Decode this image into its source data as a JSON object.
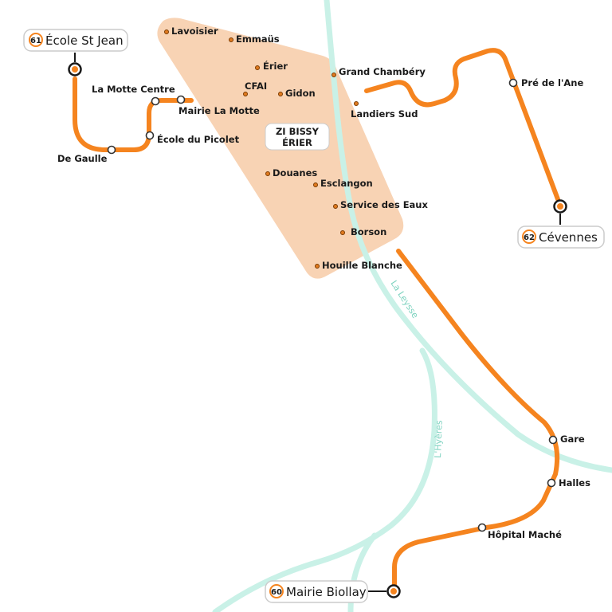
{
  "zone": {
    "label_line1": "ZI BISSY",
    "label_line2": "ÉRIER",
    "stops": [
      "Lavoisier",
      "Emmaüs",
      "Érier",
      "CFAI",
      "Gidon",
      "Grand Chambéry",
      "Landiers Sud",
      "Douanes",
      "Esclangon",
      "Service des Eaux",
      "Borson",
      "Houille Blanche"
    ]
  },
  "rivers": [
    "La Leysse",
    "L'Hyères"
  ],
  "lines": [
    {
      "number": "61",
      "terminus": "École St Jean",
      "stations": [
        "De Gaulle",
        "École du Picolet",
        "La Motte Centre",
        "Mairie La Motte"
      ]
    },
    {
      "number": "62",
      "terminus": "Cévennes",
      "stations": [
        "Pré de l'Ane"
      ]
    },
    {
      "number": "60",
      "terminus": "Mairie Biollay",
      "stations": [
        "Gare",
        "Halles",
        "Hôpital Maché"
      ]
    }
  ],
  "colors": {
    "line": "#f5841f",
    "zone": "#f8d3b4",
    "river": "#c9f1e7"
  }
}
